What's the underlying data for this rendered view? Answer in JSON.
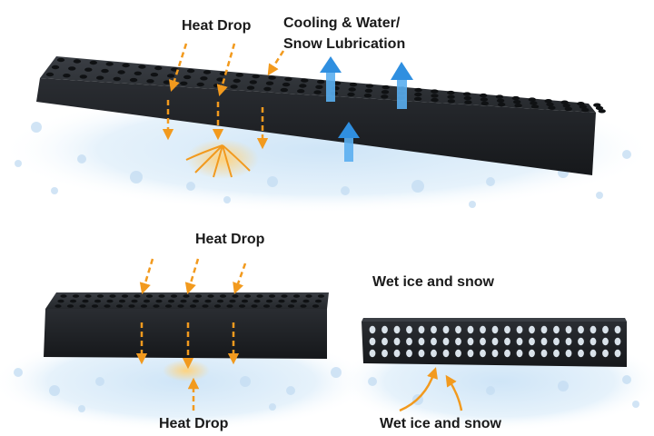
{
  "labels": {
    "heat_drop_top": "Heat Drop",
    "cooling_line1": "Cooling & Water/",
    "cooling_line2": "Snow Lubrication",
    "heat_drop_middle": "Heat Drop",
    "wet_ice_top": "Wet ice and snow",
    "heat_drop_bottom": "Heat Drop",
    "wet_ice_bottom": "Wet ice and snow"
  },
  "colors": {
    "heat_arrow": "#f29a1e",
    "cooling_arrow": "#2f8fe0",
    "plate_dark": "#2b2e33",
    "plate_side": "#1f2226",
    "hole": "#0f1113",
    "snow": "#dfeef9"
  }
}
